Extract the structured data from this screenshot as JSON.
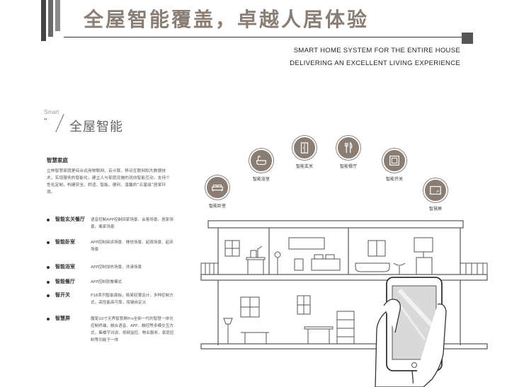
{
  "header": {
    "title": "全屋智能覆盖，卓越人居体验",
    "subtitle_line1": "SMART HOME SYSTEM FOR THE ENTIRE HOUSE",
    "subtitle_line2": "DELIVERING AN EXCELLENT LIVING EXPERIENCE"
  },
  "section": {
    "tag": "Smart",
    "title": "全屋智能"
  },
  "intro": {
    "heading": "智慧家庭",
    "text": "立林智慧家庭是综合运用物联网、云计算、移动互联网和大数据技术，实现服务的智能化，建立人与家庭设施的双向智能互动，支持个性化定制，构建安全、舒适、智能、便利、温馨的“五星级”居家环境。"
  },
  "features": [
    {
      "name": "智能玄关餐厅",
      "desc": "语音控制APP控制回家场景、会客场景、居家场景、离家场景"
    },
    {
      "name": "智能卧室",
      "desc": "APP控制阅读场景、睡觉场景、起夜场景、起床场景"
    },
    {
      "name": "智能浴室",
      "desc": "APP控制加热场景、洗澡场景"
    },
    {
      "name": "智能餐厅",
      "desc": "APP控制就餐模式"
    },
    {
      "name": "智开关",
      "desc": "P18系列智能面板，极简轻薄设计，多种控制方式，高性能高可靠，按键自定义"
    },
    {
      "name": "智慧屏",
      "desc": "魔笼10寸无界智慧屏Pro全新一代的智慧一体化控制终端，融合语音、APP、触控等多模交互方式，集楼宇对讲、视频监控、物业服务、家庭控制等功能于一体"
    }
  ],
  "icons": [
    {
      "label": "智能卧室",
      "icon": "bed-icon"
    },
    {
      "label": "智能浴室",
      "icon": "bathtub-icon"
    },
    {
      "label": "智能玄关",
      "icon": "door-icon"
    },
    {
      "label": "智能餐厅",
      "icon": "fork-knife-icon"
    },
    {
      "label": "智能开关",
      "icon": "switch-icon"
    },
    {
      "label": "智慧屏",
      "icon": "screen-icon"
    }
  ],
  "colors": {
    "accent": "#8a7d73",
    "line": "#333333"
  }
}
